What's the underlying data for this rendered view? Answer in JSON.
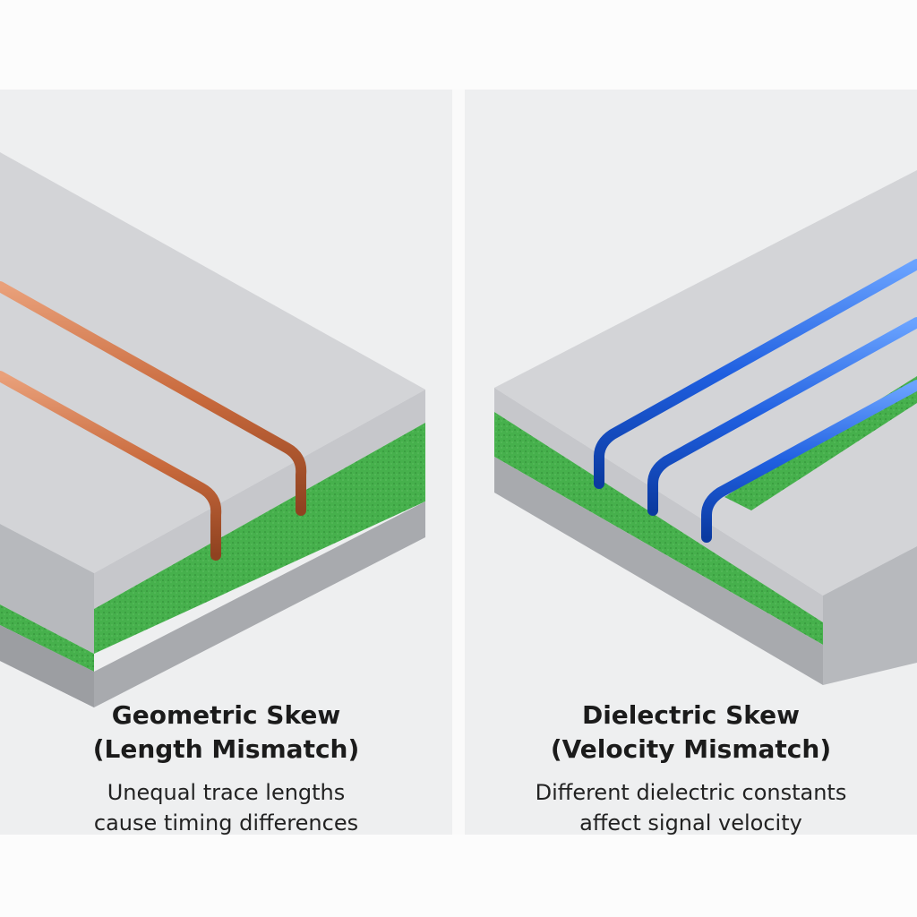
{
  "left_panel": {
    "title": "Geometric Skew",
    "subtitle": "(Length Mismatch)",
    "description_line1": "Unequal trace lengths",
    "description_line2": "cause timing differences",
    "trace_color": "#c8693c"
  },
  "right_panel": {
    "title": "Dielectric Skew",
    "subtitle": "(Velocity Mismatch)",
    "description_line1": "Different dielectric constants",
    "description_line2": "affect signal velocity",
    "trace_color": "#1f5fe0"
  },
  "colors": {
    "board_top": "#d2d3d6",
    "board_side": "#b9bbbf",
    "dielectric": "#46b04c"
  }
}
